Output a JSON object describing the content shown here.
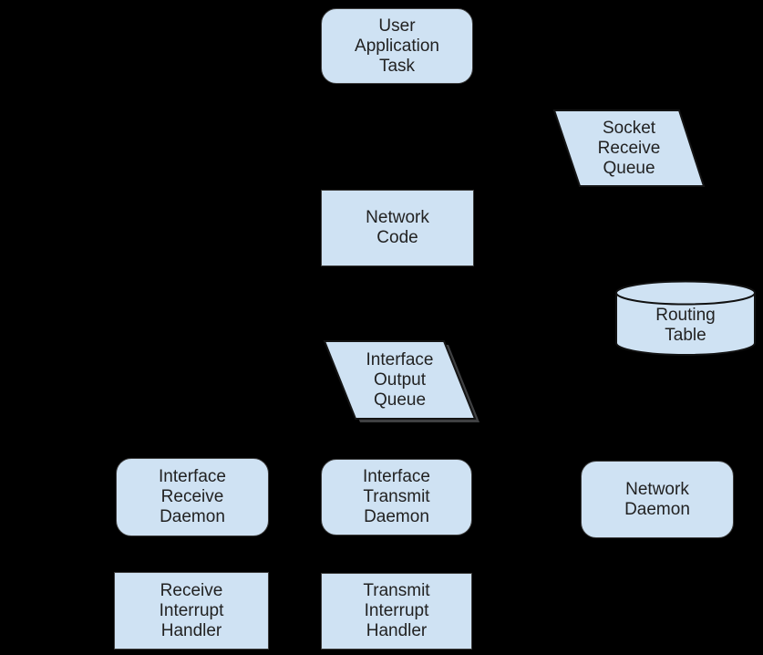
{
  "diagram": {
    "description": "Network stack task/queue diagram",
    "background_color": "#000000",
    "node_fill_color": "#cfe2f3",
    "node_border_color": "#3c3c3c",
    "dark_border_color": "#141414",
    "text_color": "#222222",
    "shadow_color": "#3f4042"
  },
  "nodes": {
    "user_application_task": {
      "label": "User\nApplication\nTask",
      "shape": "rounded-rectangle"
    },
    "socket_receive_queue": {
      "label": "Socket\nReceive\nQueue",
      "shape": "parallelogram"
    },
    "network_code": {
      "label": "Network\nCode",
      "shape": "rectangle"
    },
    "routing_table": {
      "label": "Routing\nTable",
      "shape": "cylinder"
    },
    "interface_output_queue": {
      "label": "Interface\nOutput\nQueue",
      "shape": "parallelogram"
    },
    "interface_receive_daemon": {
      "label": "Interface\nReceive\nDaemon",
      "shape": "rounded-rectangle"
    },
    "interface_transmit_daemon": {
      "label": "Interface\nTransmit\nDaemon",
      "shape": "rounded-rectangle"
    },
    "network_daemon": {
      "label": "Network\nDaemon",
      "shape": "rounded-rectangle"
    },
    "receive_interrupt_handler": {
      "label": "Receive\nInterrupt\nHandler",
      "shape": "rectangle"
    },
    "transmit_interrupt_handler": {
      "label": "Transmit\nInterrupt\nHandler",
      "shape": "rectangle"
    }
  }
}
